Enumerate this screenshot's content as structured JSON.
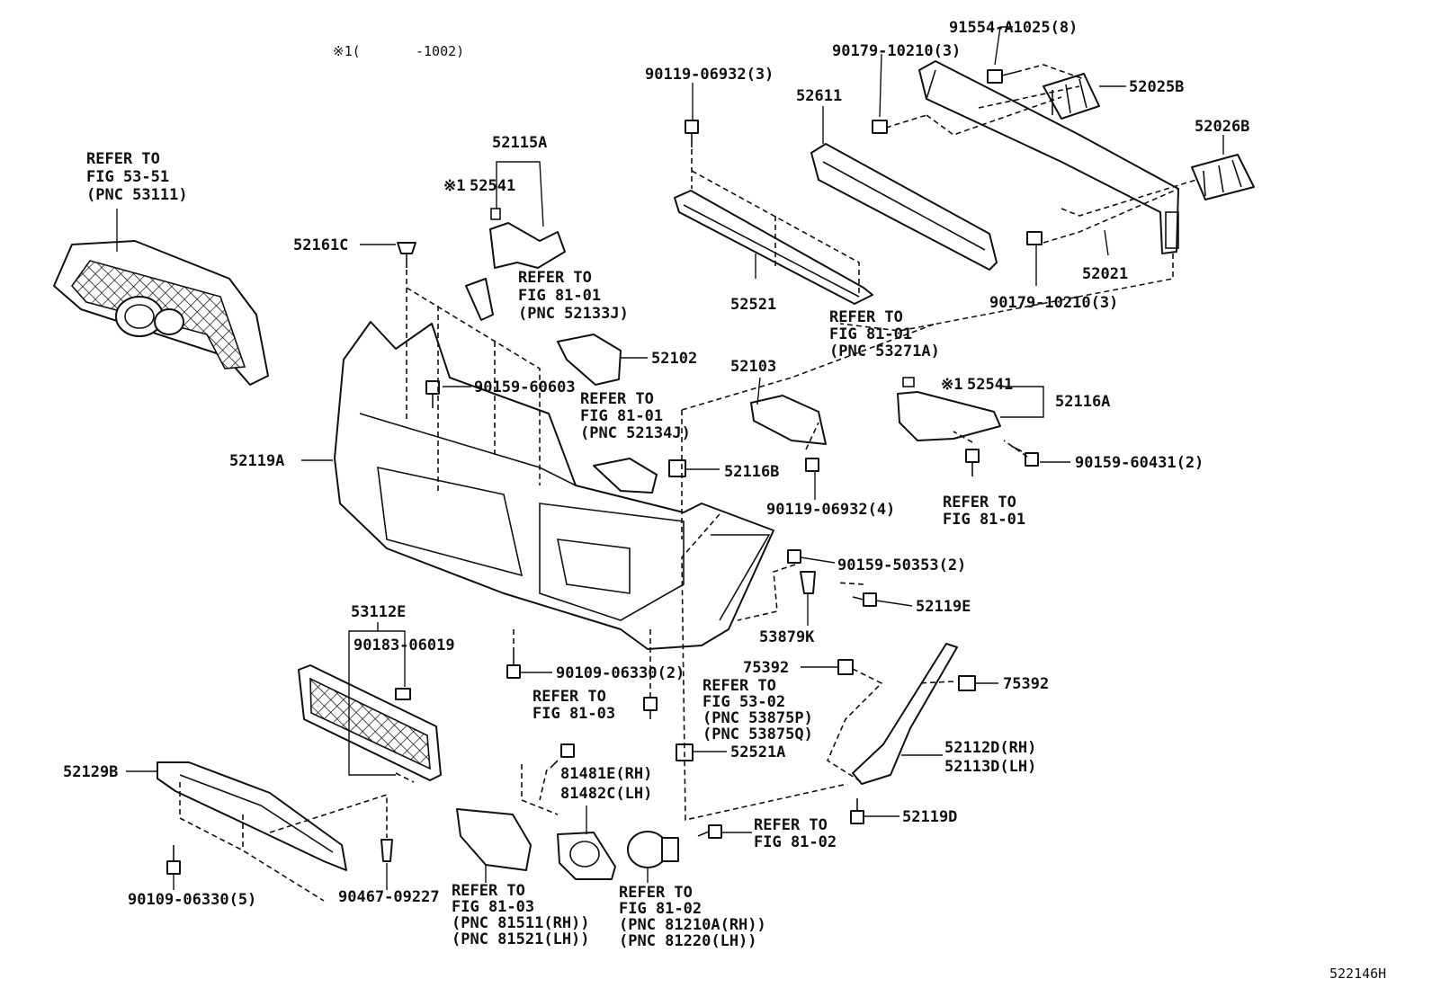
{
  "header": {
    "note_prefix": "※1(",
    "note_suffix": "-1002)"
  },
  "footer": {
    "diagram_id": "522146H"
  },
  "labels": {
    "p91554": "91554-A1025(8)",
    "p90179a": "90179-10210(3)",
    "p90119a": "90119-06932(3)",
    "p52611": "52611",
    "p52025B": "52025B",
    "p52026B": "52026B",
    "p52115A": "52115A",
    "p52541a_mark": "※1",
    "p52541a": "52541",
    "p52161C": "52161C",
    "p52021": "52021",
    "p90179b": "90179-10210(3)",
    "p52521": "52521",
    "p52102": "52102",
    "p52103": "52103",
    "p90159_60603": "90159-60603",
    "p52541b_mark": "※1",
    "p52541b": "52541",
    "p52116A": "52116A",
    "p52119A": "52119A",
    "p52116B": "52116B",
    "p90159_60431": "90159-60431(2)",
    "p90119b": "90119-06932(4)",
    "p90159_50353": "90159-50353(2)",
    "p52119E": "52119E",
    "p53879K": "53879K",
    "p53112E": "53112E",
    "p90183": "90183-06019",
    "p90109a": "90109-06330(2)",
    "p75392a": "75392",
    "p75392b": "75392",
    "p52112D": "52112D(RH)",
    "p52113D": "52113D(LH)",
    "p52521A": "52521A",
    "p81481E": "81481E(RH)",
    "p81482C": "81482C(LH)",
    "p52129B": "52129B",
    "p52119D": "52119D",
    "p90109b": "90109-06330(5)",
    "p90467": "90467-09227"
  },
  "refs": {
    "r1": [
      "REFER TO",
      "FIG 53-51",
      "(PNC 53111)"
    ],
    "r2": [
      "REFER TO",
      "FIG 81-01",
      "(PNC 52133J)"
    ],
    "r3": [
      "REFER TO",
      "FIG 81-01",
      "(PNC 53271A)"
    ],
    "r4": [
      "REFER TO",
      "FIG 81-01",
      "(PNC 52134J)"
    ],
    "r5": [
      "REFER TO",
      "FIG 81-01"
    ],
    "r6": [
      "REFER TO",
      "FIG 53-02",
      "(PNC 53875P)",
      "(PNC 53875Q)"
    ],
    "r7": [
      "REFER TO",
      "FIG 81-03"
    ],
    "r8": [
      "REFER TO",
      "FIG 81-02"
    ],
    "r9": [
      "REFER TO",
      "FIG 81-03",
      "(PNC 81511(RH))",
      "(PNC 81521(LH))"
    ],
    "r10": [
      "REFER TO",
      "FIG 81-02",
      "(PNC 81210A(RH))",
      "(PNC 81220(LH))"
    ]
  }
}
